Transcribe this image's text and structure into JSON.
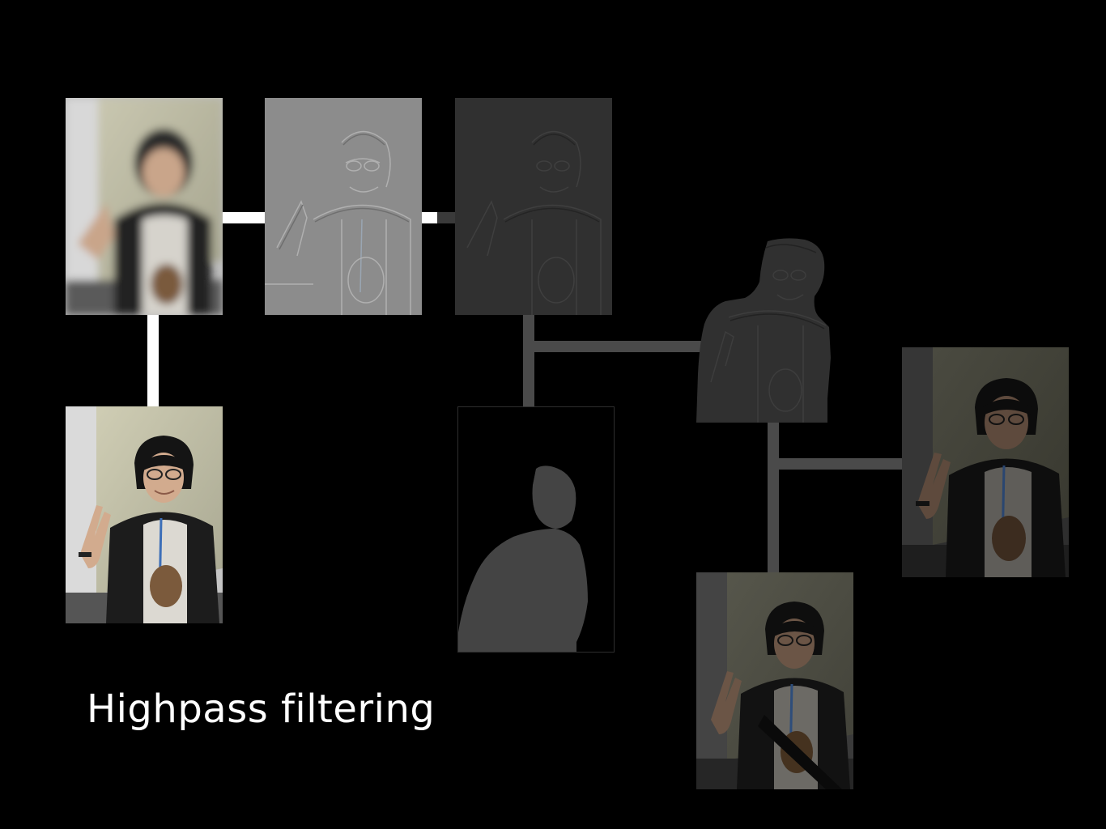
{
  "slide": {
    "title": "Highpass filtering",
    "background": "#000000"
  },
  "panels": [
    {
      "id": "blurred-photo",
      "kind": "photo",
      "tone": "blurred"
    },
    {
      "id": "highpass-result",
      "kind": "photo",
      "tone": "emboss-light"
    },
    {
      "id": "darkened-highpass",
      "kind": "photo",
      "tone": "emboss-dark"
    },
    {
      "id": "original-photo",
      "kind": "photo",
      "tone": "original"
    },
    {
      "id": "person-mask",
      "kind": "mask",
      "tone": "silhouette"
    },
    {
      "id": "masked-highpass",
      "kind": "cutout",
      "tone": "emboss-dark"
    },
    {
      "id": "dim-output-photo",
      "kind": "photo",
      "tone": "dim"
    },
    {
      "id": "dark-output-photo",
      "kind": "photo",
      "tone": "dark"
    }
  ],
  "colors": {
    "connector_white": "#ffffff",
    "connector_gray": "#4a4a4a",
    "mask_fill": "#444444",
    "title_text": "#ffffff"
  }
}
